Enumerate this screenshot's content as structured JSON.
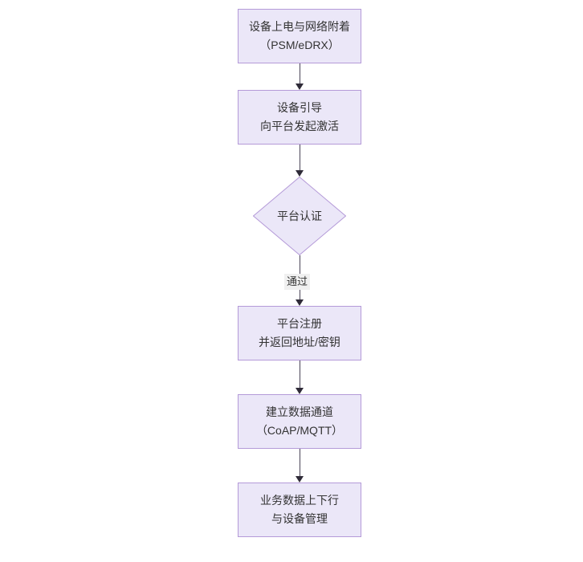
{
  "diagram": {
    "type": "flowchart",
    "orientation": "top-to-bottom",
    "background_color": "#ffffff",
    "node_fill_color": "#ebe7f8",
    "node_border_color": "#b49ad8",
    "node_text_color": "#333333",
    "connector_color": "#4a4458",
    "edge_label_background": "#f0f0f0"
  },
  "nodes": [
    {
      "id": "n1",
      "shape": "rectangle",
      "lines": [
        "设备上电与网络附着",
        "（PSM/eDRX）"
      ]
    },
    {
      "id": "n2",
      "shape": "rectangle",
      "lines": [
        "设备引导",
        "向平台发起激活"
      ]
    },
    {
      "id": "n3",
      "shape": "diamond",
      "lines": [
        "平台认证"
      ]
    },
    {
      "id": "n4",
      "shape": "rectangle",
      "lines": [
        "平台注册",
        "并返回地址/密钥"
      ]
    },
    {
      "id": "n5",
      "shape": "rectangle",
      "lines": [
        "建立数据通道",
        "（CoAP/MQTT）"
      ]
    },
    {
      "id": "n6",
      "shape": "rectangle",
      "lines": [
        "业务数据上下行",
        "与设备管理"
      ]
    }
  ],
  "edges": [
    {
      "id": "e1",
      "from": "n1",
      "to": "n2",
      "label": ""
    },
    {
      "id": "e2",
      "from": "n2",
      "to": "n3",
      "label": ""
    },
    {
      "id": "e3",
      "from": "n3",
      "to": "n4",
      "label": "通过"
    },
    {
      "id": "e4",
      "from": "n4",
      "to": "n5",
      "label": ""
    },
    {
      "id": "e5",
      "from": "n5",
      "to": "n6",
      "label": ""
    }
  ]
}
